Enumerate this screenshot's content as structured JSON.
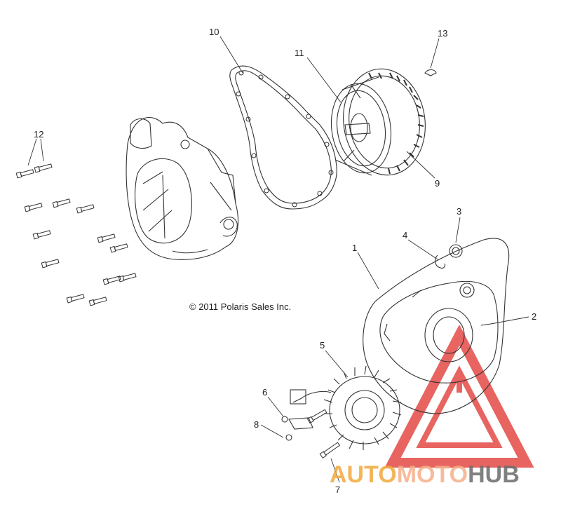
{
  "copyright": "© 2011 Polaris Sales Inc.",
  "watermark": {
    "text_part1": "AUTO",
    "text_part2": "MOTO",
    "text_part3": "HUB",
    "color_triangle": "#e0312d",
    "color_auto": "#f2a93b",
    "color_moto": "#f5b08a",
    "color_hub": "#6b6b6b"
  },
  "callouts": [
    {
      "id": "1",
      "label": "1"
    },
    {
      "id": "2",
      "label": "2"
    },
    {
      "id": "3",
      "label": "3"
    },
    {
      "id": "4",
      "label": "4"
    },
    {
      "id": "5",
      "label": "5"
    },
    {
      "id": "6",
      "label": "6"
    },
    {
      "id": "7",
      "label": "7"
    },
    {
      "id": "8",
      "label": "8"
    },
    {
      "id": "9",
      "label": "9"
    },
    {
      "id": "10",
      "label": "10"
    },
    {
      "id": "11",
      "label": "11"
    },
    {
      "id": "12",
      "label": "12"
    },
    {
      "id": "13",
      "label": "13"
    }
  ]
}
